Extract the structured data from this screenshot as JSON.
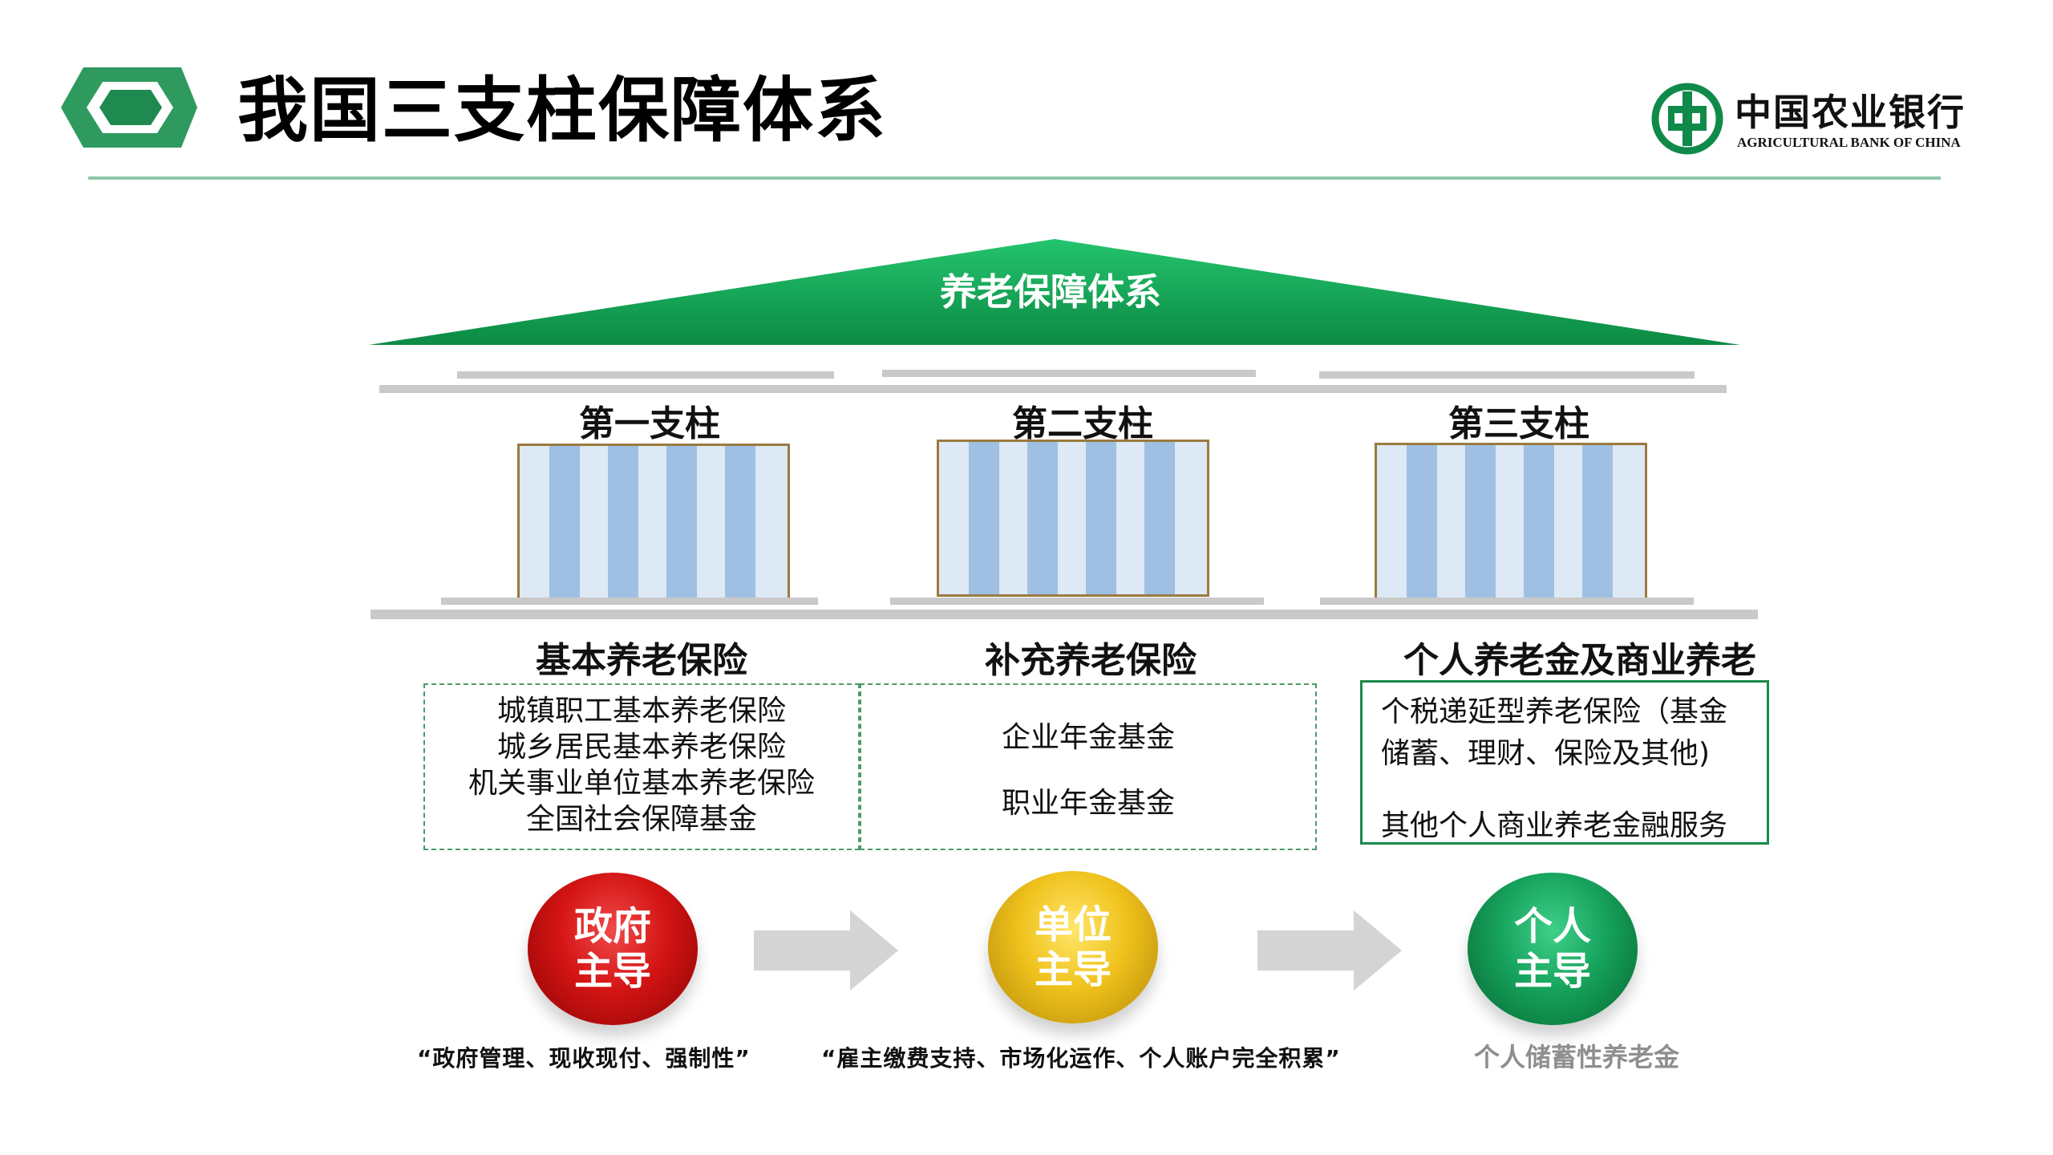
{
  "header": {
    "title": "我国三支柱保障体系",
    "logo": {
      "cn": "中国农业银行",
      "en": "AGRICULTURAL BANK OF CHINA"
    }
  },
  "roof": {
    "label": "养老保障体系"
  },
  "pillars": [
    {
      "title": "第一支柱",
      "category": "基本养老保险",
      "items": [
        "城镇职工基本养老保险",
        "城乡居民基本养老保险",
        "机关事业单位基本养老保险",
        "全国社会保障基金"
      ],
      "driver": [
        "政府",
        "主导"
      ],
      "note": "“政府管理、现收现付、强制性”"
    },
    {
      "title": "第二支柱",
      "category": "补充养老保险",
      "items": [
        "企业年金基金",
        "职业年金基金"
      ],
      "driver": [
        "单位",
        "主导"
      ],
      "note": "“雇主缴费支持、市场化运作、个人账户完全积累”"
    },
    {
      "title": "第三支柱",
      "category": "个人养老金及商业养老",
      "items": [
        "个税递延型养老保险（基金",
        "储蓄、理财、保险及其他)",
        "其他个人商业养老金融服务"
      ],
      "driver": [
        "个人",
        "主导"
      ],
      "note": "个人储蓄性养老金"
    }
  ],
  "colors": {
    "green": "#16a25c",
    "red": "#d41414",
    "gold": "#efc21c",
    "roof": "#18a85a"
  }
}
